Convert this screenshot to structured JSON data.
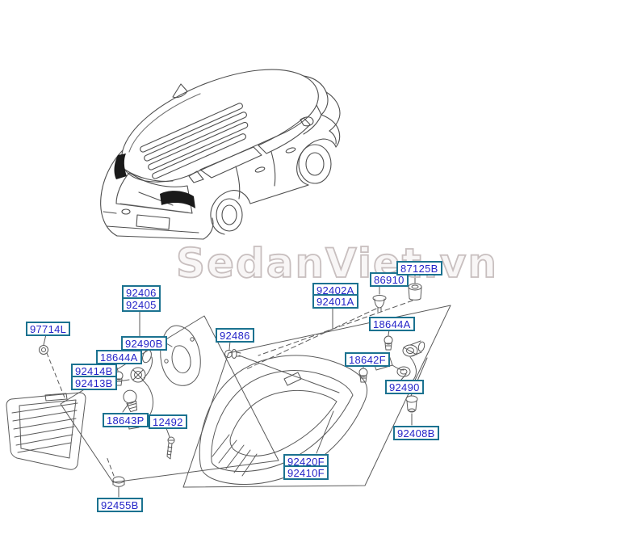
{
  "watermark": {
    "text": "SedanViet.vn"
  },
  "colors": {
    "label_border": "#1b7290",
    "label_text": "#2424c8",
    "diagram_line": "#555555",
    "tail_lamp_fill": "#1a1a1a",
    "watermark_outline": "#c8bfbf"
  },
  "diagram": {
    "part_labels": [
      {
        "text": "97714L"
      },
      {
        "text": "92406"
      },
      {
        "text": "92405"
      },
      {
        "text": "92490B"
      },
      {
        "text": "18644A"
      },
      {
        "text": "92414B"
      },
      {
        "text": "92413B"
      },
      {
        "text": "18643P"
      },
      {
        "text": "12492"
      },
      {
        "text": "92455B"
      },
      {
        "text": "92486"
      },
      {
        "text": "92402A"
      },
      {
        "text": "92401A"
      },
      {
        "text": "86910"
      },
      {
        "text": "87125B"
      },
      {
        "text": "18644A"
      },
      {
        "text": "18642F"
      },
      {
        "text": "92490"
      },
      {
        "text": "92408B"
      },
      {
        "text": "92420F"
      },
      {
        "text": "92410F"
      }
    ]
  }
}
